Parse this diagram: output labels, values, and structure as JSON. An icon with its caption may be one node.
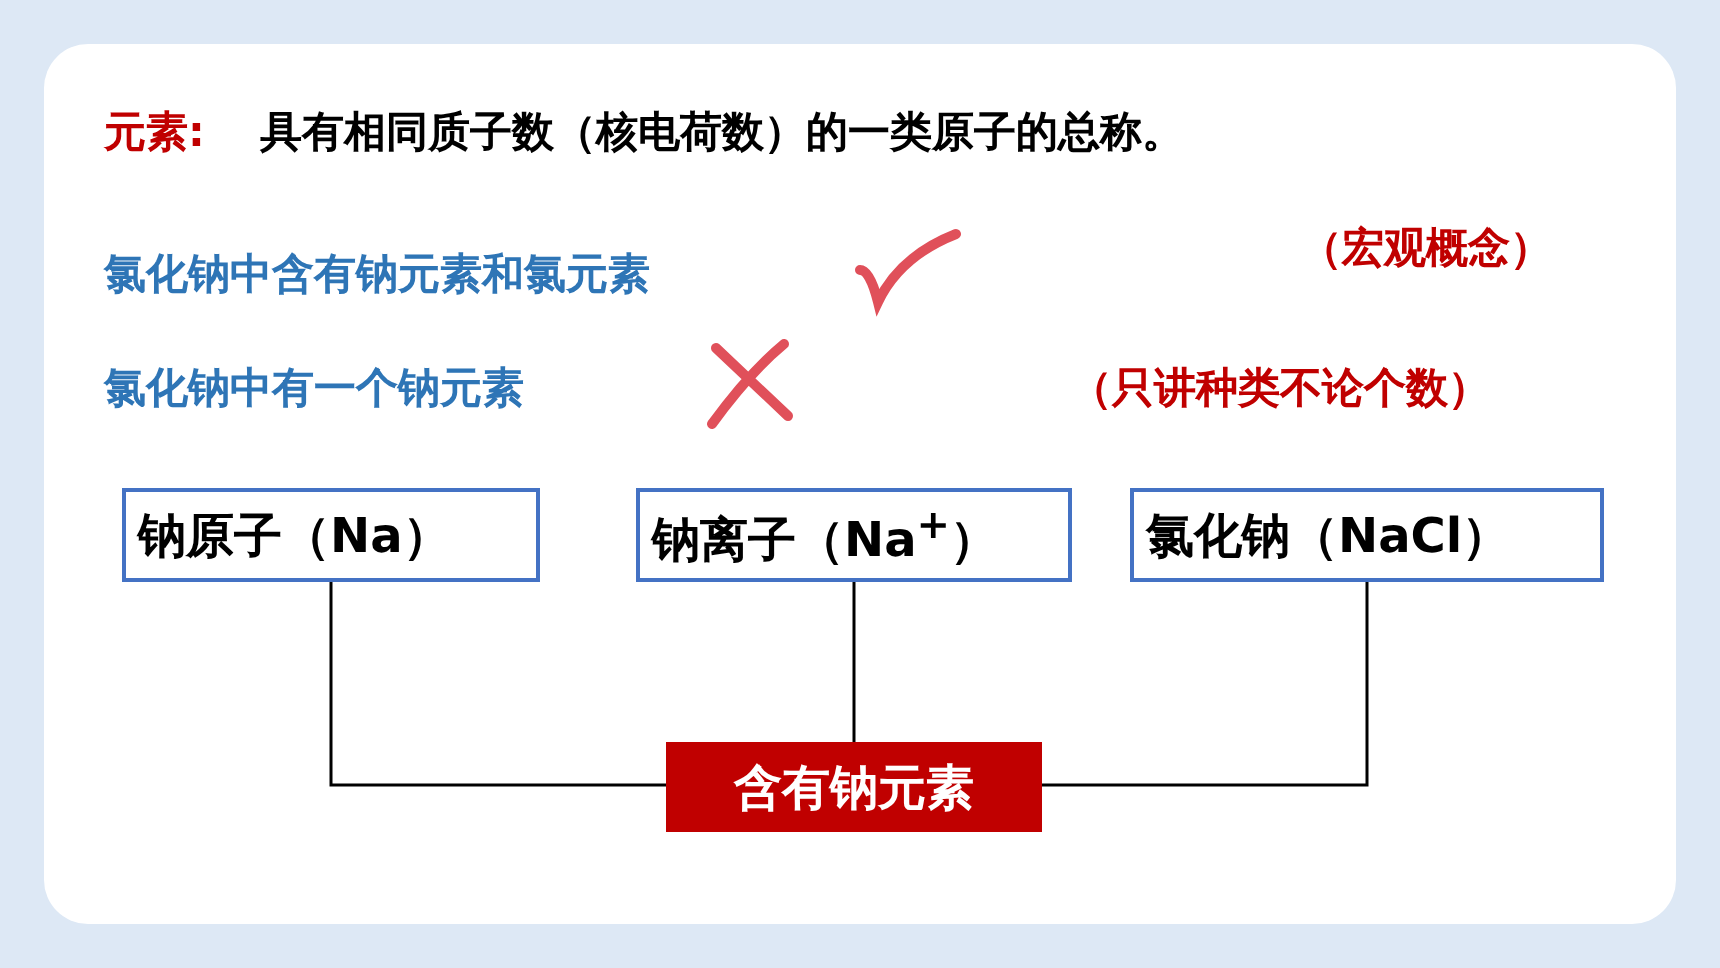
{
  "diagram": {
    "nodes": [
      {
        "text": [
          "钠原子（Na）"
        ]
      },
      {
        "text": [
          "钠离子（Na$^{+}$）"
        ]
      },
      {
        "text": [
          "氯化钠（NaCl）"
        ]
      },
      {
        "text": [
          "含有钠元素"
        ]
      }
    ],
    "edges": [
      {
        "from": 0,
        "to": 3,
        "arrow": "none"
      },
      {
        "from": 1,
        "to": 3,
        "arrow": "none"
      },
      {
        "from": 2,
        "to": 3,
        "arrow": "none"
      }
    ],
    "labels": [
      "元素:",
      "具有相同质子数（核电荷数）的一类原子的总称。",
      "氯化钠中含有钠元素和氯元素",
      "（宏观概念）",
      "氯化钠中有一个钠元素",
      "（只讲种类不论个数）"
    ]
  }
}
